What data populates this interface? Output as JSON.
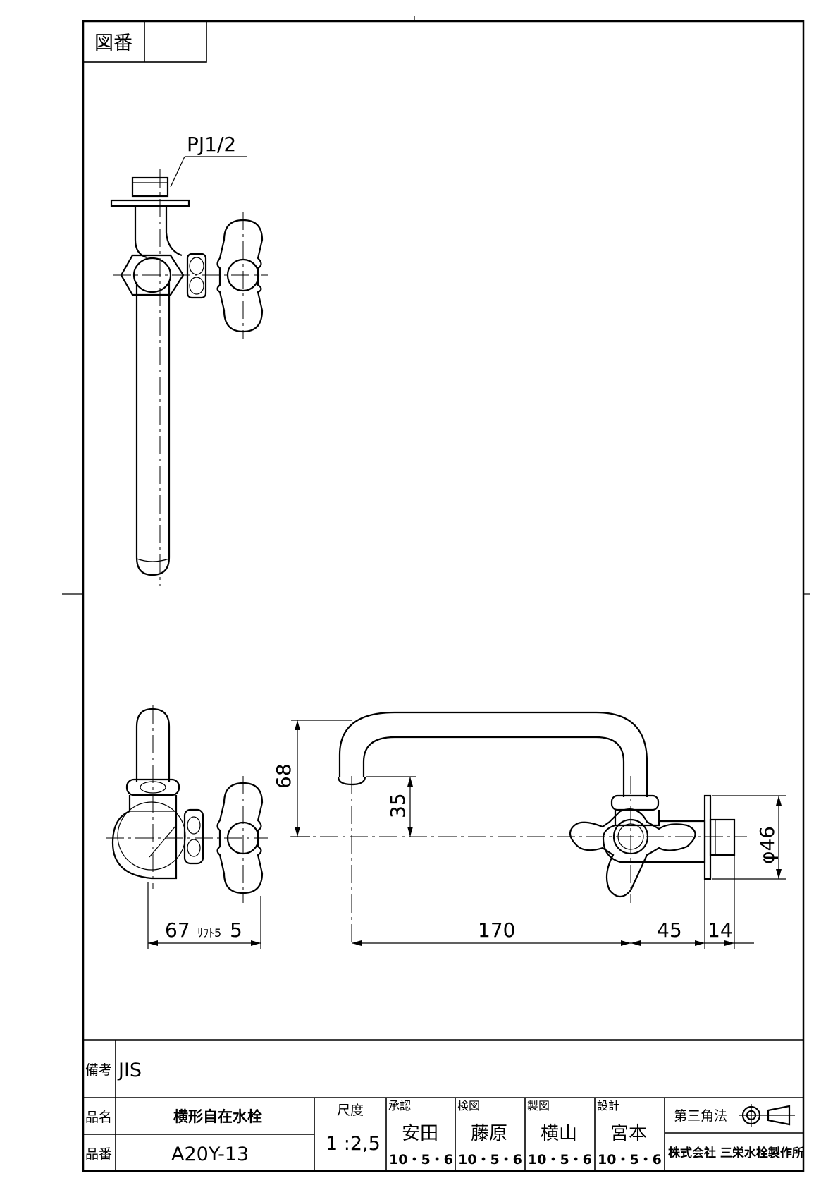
{
  "drawing_number": {
    "label": "図番",
    "value": ""
  },
  "annotations": {
    "thread": "PJ1/2",
    "dim_68": "68",
    "dim_35": "35",
    "dim_phi46": "φ46",
    "dim_67": "67",
    "dim_lift": "ﾘﾌﾄ5",
    "dim_170": "170",
    "dim_45": "45",
    "dim_14": "14"
  },
  "title_block": {
    "remarks_label": "備考",
    "remarks_value": "JIS",
    "name_label": "品名",
    "name_value": "横形自在水栓",
    "part_label": "品番",
    "part_value": "A20Y-13",
    "scale_label": "尺度",
    "scale_value": "1 :2,5",
    "approval": {
      "label": "承認",
      "name": "安田",
      "date": "10・5・6"
    },
    "inspection": {
      "label": "検図",
      "name": "藤原",
      "date": "10・5・6"
    },
    "drafting": {
      "label": "製図",
      "name": "横山",
      "date": "10・5・6"
    },
    "design": {
      "label": "設計",
      "name": "宮本",
      "date": "10・5・6"
    },
    "projection_label": "第三角法",
    "company": "株式会社 三栄水栓製作所"
  }
}
